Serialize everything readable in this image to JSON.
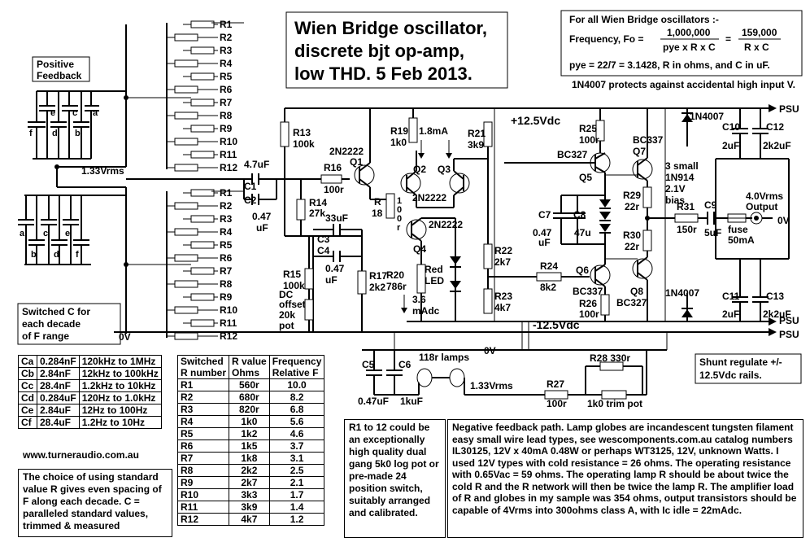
{
  "title": {
    "line1": "Wien Bridge oscillator,",
    "line2": "discrete bjt op-amp,",
    "line3": "low THD.     5 Feb 2013."
  },
  "formula": {
    "heading": "For all Wien Bridge oscillators :-",
    "freq_label": "Frequency, Fo =",
    "num1": "1,000,000",
    "den1": "pye x R x C",
    "equals": "=",
    "num2": "159,000",
    "den2": "R x C",
    "pye_note": "pye = 22/7 = 3.1428, R in ohms, and C in uF."
  },
  "protect_note": "1N4007 protects against accidental high input V.",
  "positive_feedback": [
    "Positive",
    "Feedback"
  ],
  "caps_upper": [
    "e",
    "c",
    "a",
    "f",
    "d",
    "b"
  ],
  "caps_lower": [
    "a",
    "c",
    "e",
    "b",
    "d",
    "f"
  ],
  "r_labels": [
    "R1",
    "R2",
    "R3",
    "R4",
    "R5",
    "R6",
    "R7",
    "R8",
    "R9",
    "R10",
    "R11",
    "R12"
  ],
  "signal_level": "1.33Vrms",
  "signal_level2": "1.33Vrms",
  "switched_c_note": [
    "Switched C for",
    "each decade",
    "of F range"
  ],
  "zero_v": "0V",
  "zero_v_right": "0V",
  "zero_v_mid": "0V",
  "rails": {
    "pos": "+12.5Vdc",
    "neg": "-12.5Vdc",
    "psu_top": "PSU",
    "psu_mid": "PSU",
    "psu_bot": "PSU"
  },
  "components": {
    "c1": "C1",
    "c2": "C2",
    "c1_val": "4.7uF",
    "c2_val": [
      "0.47",
      "uF"
    ],
    "r13": [
      "R13",
      "100k"
    ],
    "r14": [
      "R14",
      "27k"
    ],
    "r15": [
      "R15",
      "100k"
    ],
    "r16": [
      "R16",
      "100r"
    ],
    "r17": [
      "R17",
      "2k2"
    ],
    "r18": [
      "R",
      "18"
    ],
    "r18b": [
      "1",
      "0",
      "0",
      "r"
    ],
    "q1": [
      "2N2222",
      "Q1"
    ],
    "q2": "Q2",
    "q3": "Q3",
    "q23": "2N2222",
    "r19": [
      "R19",
      "1k0"
    ],
    "ma18": "1.8mA",
    "r21": [
      "R21",
      "3k9"
    ],
    "r22": [
      "R22",
      "2k7"
    ],
    "r23": [
      "R23",
      "4k7"
    ],
    "q4": [
      "2N2222",
      "Q4"
    ],
    "r20": [
      "R20",
      "786r"
    ],
    "led": [
      "Red",
      "LED"
    ],
    "ma36": [
      "3.6",
      "mAdc"
    ],
    "c3": "C3",
    "c4": "C4",
    "c3_val": "33uF",
    "c4_val": [
      "0.47",
      "uF"
    ],
    "dc_offset": [
      "DC",
      "offset",
      "20k",
      "pot"
    ],
    "r25": [
      "R25",
      "100r"
    ],
    "q5": [
      "BC327",
      "Q5"
    ],
    "q7": [
      "BC337",
      "Q7"
    ],
    "r24": [
      "R24",
      "8k2"
    ],
    "q6": [
      "Q6",
      "BC337"
    ],
    "r26": [
      "R26",
      "100r"
    ],
    "q8": [
      "Q8",
      "BC327"
    ],
    "c7": [
      "C7",
      "0.47",
      "uF"
    ],
    "c8": [
      "C8",
      "47u"
    ],
    "r29": [
      "R29",
      "22r"
    ],
    "r30": [
      "R30",
      "22r"
    ],
    "bias": [
      "3 small",
      "1N914",
      "2.1V",
      "bias"
    ],
    "r31": [
      "R31",
      "150r"
    ],
    "c9": [
      "C9",
      "5uF"
    ],
    "fuse": [
      "fuse",
      "50mA"
    ],
    "output": [
      "4.0Vrms",
      "Output"
    ],
    "d_top": "1N4007",
    "d_bot": "1N4007",
    "c10": [
      "C10",
      "2uF"
    ],
    "c12": [
      "C12",
      "2k2uF"
    ],
    "c11": [
      "C11",
      "2uF"
    ],
    "c13": [
      "C13",
      "2k2uF"
    ],
    "c5": [
      "C5",
      "0.47uF"
    ],
    "c6": [
      "C6",
      "1kuF"
    ],
    "lamps": "118r lamps",
    "r27": [
      "R27",
      "100r"
    ],
    "r28": [
      "R28  330r",
      "1k0 trim pot"
    ]
  },
  "shunt_note": [
    "Shunt regulate +/-",
    "12.5Vdc rails."
  ],
  "website": "www.turneraudio.com.au",
  "cap_table": [
    [
      "Ca",
      "0.284nF",
      "120kHz to 1MHz"
    ],
    [
      "Cb",
      "2.84nF",
      "12kHz to 100kHz"
    ],
    [
      "Cc",
      "28.4nF",
      "1.2kHz to 10kHz"
    ],
    [
      "Cd",
      "0.284uF",
      "120Hz to 1.0kHz"
    ],
    [
      "Ce",
      "2.84uF",
      "12Hz to 100Hz"
    ],
    [
      "Cf",
      "28.4uF",
      "1.2Hz to 10Hz"
    ]
  ],
  "r_table": {
    "headers": [
      [
        "Switched",
        "R number"
      ],
      [
        "R value",
        "Ohms"
      ],
      [
        "Frequency",
        "Relative F"
      ]
    ],
    "rows": [
      [
        "R1",
        "560r",
        "10.0"
      ],
      [
        "R2",
        "680r",
        "8.2"
      ],
      [
        "R3",
        "820r",
        "6.8"
      ],
      [
        "R4",
        "1k0",
        "5.6"
      ],
      [
        "R5",
        "1k2",
        "4.6"
      ],
      [
        "R6",
        "1k5",
        "3.7"
      ],
      [
        "R7",
        "1k8",
        "3.1"
      ],
      [
        "R8",
        "2k2",
        "2.5"
      ],
      [
        "R9",
        "2k7",
        "2.1"
      ],
      [
        "R10",
        "3k3",
        "1.7"
      ],
      [
        "R11",
        "3k9",
        "1.4"
      ],
      [
        "R12",
        "4k7",
        "1.2"
      ]
    ]
  },
  "note_r1_12": "R1 to 12 could be an exceptionally high quality dual gang 5k0 log pot or pre-made 24 position switch, suitably arranged and calibrated.",
  "note_std_r": "The choice of using standard value R gives even spacing of F along each decade. C = paralleled standard values, trimmed & measured",
  "note_neg_fb": "Negative feedback path. Lamp globes are  incandescent tungsten filament easy small wire lead types, see wescomponents.com.au catalog numbers IL30125, 12V x 40mA 0.48W or perhaps WT3125, 12V, unknown Watts. I used 12V types with cold resistance = 26 ohms.  The operating resistance with 0.65Vac = 59 ohms. The operating lamp R should be about twice the cold R and the R network will then be twice the lamp R. The amplifier load of R and globes in my sample was 354 ohms, output transistors should be capable of 4Vrms into 300ohms class A, with Ic idle = 22mAdc."
}
